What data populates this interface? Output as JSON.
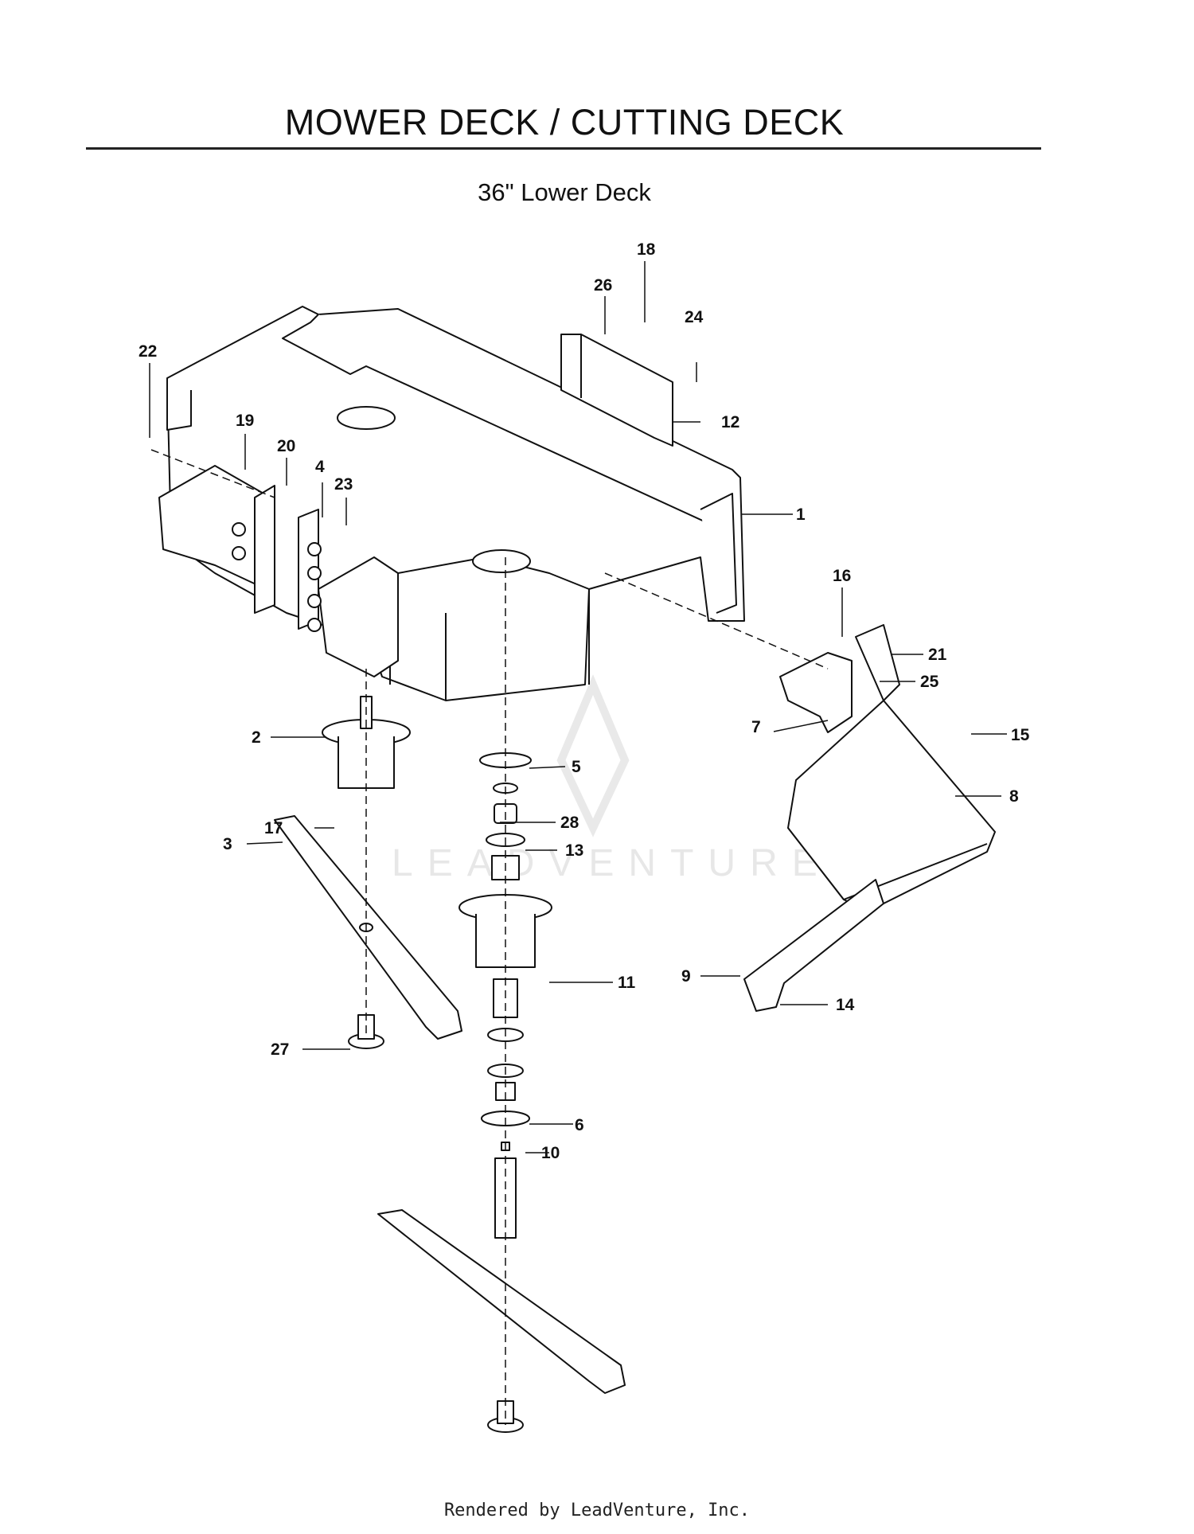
{
  "header": {
    "title": "MOWER DECK / CUTTING DECK",
    "subtitle": "36\" Lower Deck"
  },
  "watermark": {
    "text": "LEADVENTURE"
  },
  "footer": {
    "text": "Rendered by LeadVenture, Inc."
  },
  "callouts": {
    "c1": "1",
    "c2": "2",
    "c3": "3",
    "c4": "4",
    "c5": "5",
    "c6": "6",
    "c7": "7",
    "c8": "8",
    "c9": "9",
    "c10": "10",
    "c11": "11",
    "c12": "12",
    "c13": "13",
    "c14": "14",
    "c15": "15",
    "c16": "16",
    "c17": "17",
    "c18": "18",
    "c19": "19",
    "c20": "20",
    "c21": "21",
    "c22": "22",
    "c23": "23",
    "c24": "24",
    "c25": "25",
    "c26": "26",
    "c27": "27",
    "c28": "28"
  },
  "colors": {
    "line": "#111111",
    "fill": "#ffffff",
    "watermark": "#e7e7e7"
  }
}
